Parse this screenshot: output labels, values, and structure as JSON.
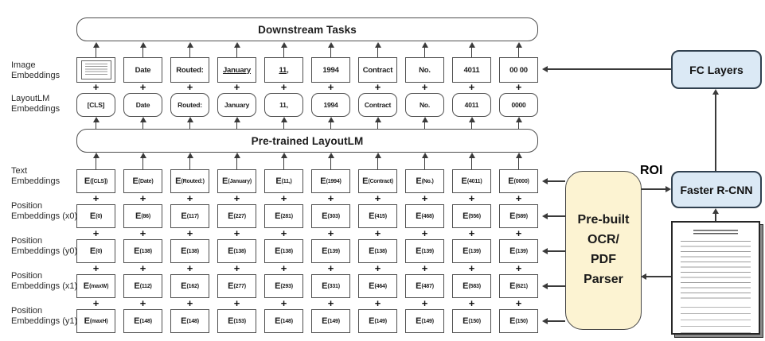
{
  "labels": {
    "downstream": "Downstream Tasks",
    "pretrained": "Pre-trained LayoutLM",
    "fc_layers": "FC Layers",
    "faster_rcnn": "Faster R-CNN",
    "roi": "ROI",
    "plus": "+",
    "ocr_parser_lines": [
      "Pre-built",
      "OCR/",
      "PDF",
      "Parser"
    ]
  },
  "colors": {
    "blue_fill": "#dbe9f5",
    "cream_fill": "#fcf3d2",
    "line": "#3a3a3a"
  },
  "rows": {
    "image": {
      "label_lines": [
        "Image",
        "Embeddings"
      ],
      "cells": [
        {
          "thumbnail": true
        },
        {
          "text": "Date"
        },
        {
          "text": "Routed:"
        },
        {
          "text": "January",
          "underline": true
        },
        {
          "text": "11,",
          "underline": true
        },
        {
          "text": "1994"
        },
        {
          "text": "Contract"
        },
        {
          "text": "No."
        },
        {
          "text": "4011"
        },
        {
          "text": "00 00"
        }
      ]
    },
    "layoutlm": {
      "label_lines": [
        "LayoutLM",
        "Embeddings"
      ],
      "cells": [
        {
          "text": "[CLS]"
        },
        {
          "text": "Date"
        },
        {
          "text": "Routed:"
        },
        {
          "text": "January"
        },
        {
          "text": "11,"
        },
        {
          "text": "1994"
        },
        {
          "text": "Contract"
        },
        {
          "text": "No."
        },
        {
          "text": "4011"
        },
        {
          "text": "0000"
        }
      ]
    },
    "text": {
      "label_lines": [
        "Text",
        "Embeddings"
      ],
      "base": "E",
      "subs": [
        "([CLS])",
        "(Date)",
        "(Routed:)",
        "(January)",
        "(11,)",
        "(1994)",
        "(Contract)",
        "(No.)",
        "(4011)",
        "(0000)"
      ]
    },
    "x0": {
      "label_lines": [
        "Position",
        "Embeddings (x0)"
      ],
      "base": "E",
      "subs": [
        "(0)",
        "(86)",
        "(117)",
        "(227)",
        "(281)",
        "(303)",
        "(415)",
        "(468)",
        "(556)",
        "(589)"
      ]
    },
    "y0": {
      "label_lines": [
        "Position",
        "Embeddings (y0)"
      ],
      "base": "E",
      "subs": [
        "(0)",
        "(138)",
        "(138)",
        "(138)",
        "(138)",
        "(139)",
        "(138)",
        "(139)",
        "(139)",
        "(139)"
      ]
    },
    "x1": {
      "label_lines": [
        "Position",
        "Embeddings (x1)"
      ],
      "base": "E",
      "subs": [
        "(maxW)",
        "(112)",
        "(162)",
        "(277)",
        "(293)",
        "(331)",
        "(464)",
        "(487)",
        "(583)",
        "(621)"
      ]
    },
    "y1": {
      "label_lines": [
        "Position",
        "Embeddings (y1)"
      ],
      "base": "E",
      "subs": [
        "(maxH)",
        "(148)",
        "(148)",
        "(153)",
        "(148)",
        "(149)",
        "(149)",
        "(149)",
        "(150)",
        "(150)"
      ]
    }
  }
}
